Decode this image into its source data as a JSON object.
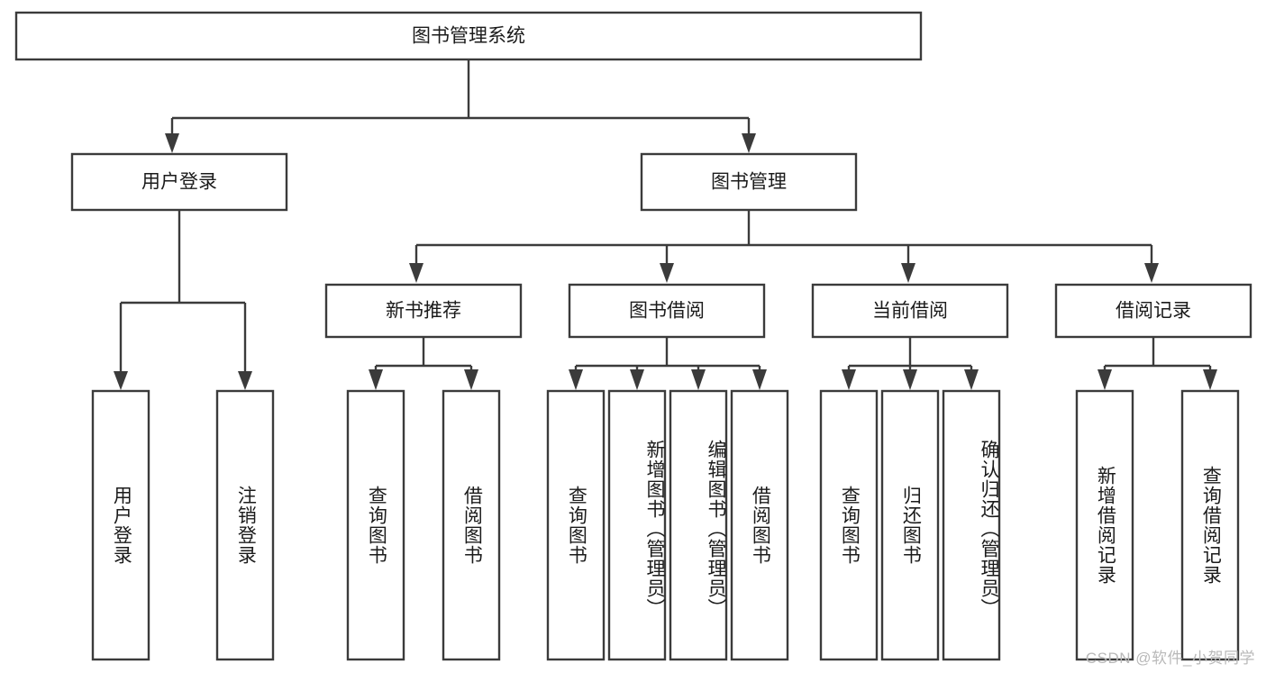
{
  "diagram": {
    "title": "图书管理系统",
    "type": "tree",
    "orientation": "top-down",
    "colors": {
      "box_stroke": "#3b3b3b",
      "box_fill": "#ffffff",
      "connector": "#3b3b3b",
      "text": "#1b1b1b",
      "background": "#ffffff",
      "watermark": "#b9b9b9"
    }
  },
  "root": {
    "label": "图书管理系统"
  },
  "level2": [
    {
      "id": "user-login",
      "label": "用户登录"
    },
    {
      "id": "book-management",
      "label": "图书管理"
    }
  ],
  "level3": [
    {
      "id": "new-book-recommend",
      "label": "新书推荐",
      "parent": "book-management"
    },
    {
      "id": "book-borrow",
      "label": "图书借阅",
      "parent": "book-management"
    },
    {
      "id": "current-borrow",
      "label": "当前借阅",
      "parent": "book-management"
    },
    {
      "id": "borrow-record",
      "label": "借阅记录",
      "parent": "book-management"
    }
  ],
  "leaves": {
    "user-login": [
      {
        "id": "leaf-user-login",
        "label": "用户登录"
      },
      {
        "id": "leaf-user-logout",
        "label": "注销登录"
      }
    ],
    "new-book-recommend": [
      {
        "id": "leaf-query-book-1",
        "label": "查询图书"
      },
      {
        "id": "leaf-borrow-book-1",
        "label": "借阅图书"
      }
    ],
    "book-borrow": [
      {
        "id": "leaf-query-book-2",
        "label": "查询图书"
      },
      {
        "id": "leaf-add-book",
        "label": "新增图书（管理员）"
      },
      {
        "id": "leaf-edit-book",
        "label": "编辑图书（管理员）"
      },
      {
        "id": "leaf-borrow-book-2",
        "label": "借阅图书"
      }
    ],
    "current-borrow": [
      {
        "id": "leaf-query-book-3",
        "label": "查询图书"
      },
      {
        "id": "leaf-return-book",
        "label": "归还图书"
      },
      {
        "id": "leaf-confirm-return",
        "label": "确认归还（管理员）"
      }
    ],
    "borrow-record": [
      {
        "id": "leaf-add-record",
        "label": "新增借阅记录"
      },
      {
        "id": "leaf-query-record",
        "label": "查询借阅记录"
      }
    ]
  },
  "watermark": {
    "text": "CSDN @软件_小贺同学"
  }
}
